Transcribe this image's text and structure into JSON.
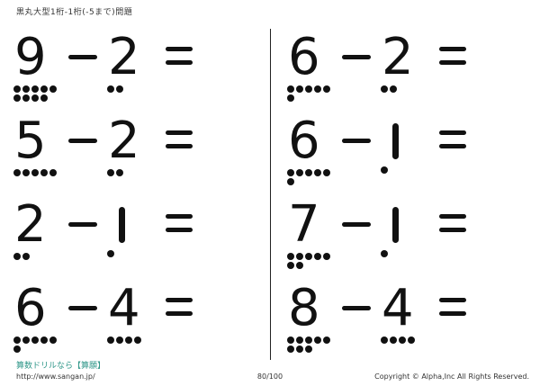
{
  "header": {
    "title": "黒丸大型1桁-1桁(-5まで)問題"
  },
  "symbols": {
    "minus": "−",
    "equals": "="
  },
  "problems": {
    "left": [
      {
        "minuend": 9,
        "subtrahend": 2
      },
      {
        "minuend": 5,
        "subtrahend": 2
      },
      {
        "minuend": 2,
        "subtrahend": 1
      },
      {
        "minuend": 6,
        "subtrahend": 4
      }
    ],
    "right": [
      {
        "minuend": 6,
        "subtrahend": 2
      },
      {
        "minuend": 6,
        "subtrahend": 1
      },
      {
        "minuend": 7,
        "subtrahend": 1
      },
      {
        "minuend": 8,
        "subtrahend": 4
      }
    ]
  },
  "footer": {
    "site_name": "算数ドリルなら【算願】",
    "site_url": "http://www.sangan.jp/",
    "page_number": "80/100",
    "copyright": "Copyright © Alpha,Inc All Rights Reserved."
  },
  "colors": {
    "ink": "#111111",
    "site_name_accent": "#2e9688"
  }
}
